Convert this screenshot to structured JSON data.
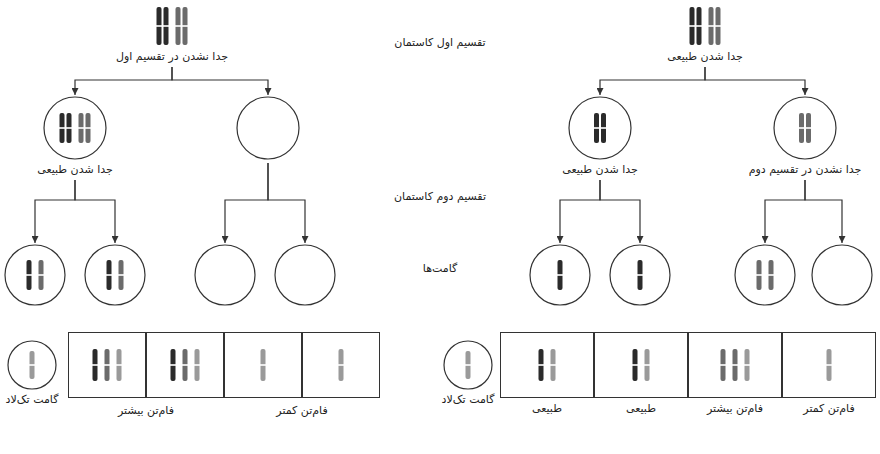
{
  "diagram": {
    "nodes": [
      {
        "text": [
          "جدا نشدن در تقسیم اول"
        ]
      },
      {
        "text": [
          "جدا شدن طبیعی"
        ]
      },
      {
        "text": []
      },
      {
        "text": []
      },
      {
        "text": []
      },
      {
        "text": []
      },
      {
        "text": []
      },
      {
        "text": [
          "گامت تک‌لاد"
        ]
      },
      {
        "text": []
      },
      {
        "text": []
      },
      {
        "text": []
      },
      {
        "text": []
      },
      {
        "text": [
          "جدا شدن طبیعی"
        ]
      },
      {
        "text": [
          "جدا شدن طبیعی"
        ]
      },
      {
        "text": [
          "جدا نشدن در تقسیم دوم"
        ]
      },
      {
        "text": []
      },
      {
        "text": []
      },
      {
        "text": []
      },
      {
        "text": []
      },
      {
        "text": [
          "گامت تک‌لاد"
        ]
      },
      {
        "text": [
          "طبیعی"
        ]
      },
      {
        "text": [
          "طبیعی"
        ]
      },
      {
        "text": [
          "فام‌تن بیشتر"
        ]
      },
      {
        "text": [
          "فام‌تن کمتر"
        ]
      }
    ],
    "edges": [
      {
        "from": 0,
        "to": 1,
        "arrow": "to"
      },
      {
        "from": 0,
        "to": 2,
        "arrow": "to"
      },
      {
        "from": 1,
        "to": 3,
        "arrow": "to"
      },
      {
        "from": 1,
        "to": 4,
        "arrow": "to"
      },
      {
        "from": 2,
        "to": 5,
        "arrow": "to"
      },
      {
        "from": 2,
        "to": 6,
        "arrow": "to"
      },
      {
        "from": 12,
        "to": 13,
        "arrow": "to"
      },
      {
        "from": 12,
        "to": 14,
        "arrow": "to"
      },
      {
        "from": 13,
        "to": 15,
        "arrow": "to"
      },
      {
        "from": 13,
        "to": 16,
        "arrow": "to"
      },
      {
        "from": 14,
        "to": 17,
        "arrow": "to"
      },
      {
        "from": 14,
        "to": 18,
        "arrow": "to"
      }
    ],
    "labels": [
      "تقسیم اول کاستمان",
      "تقسیم دوم کاستمان",
      "گامت‌ها",
      "فام‌تن بیشتر",
      "فام‌تن کمتر"
    ]
  }
}
